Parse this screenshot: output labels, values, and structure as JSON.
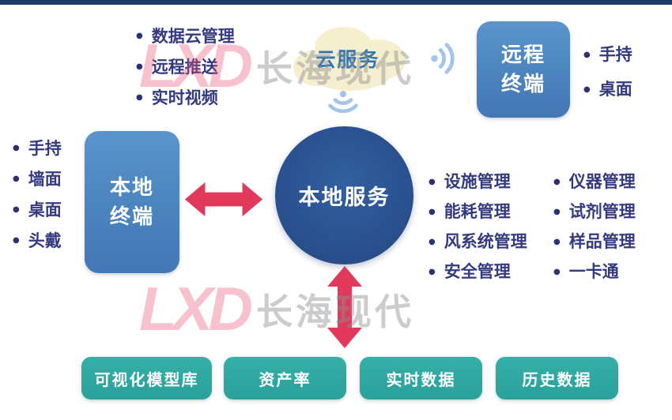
{
  "watermark": {
    "logo": "LXD",
    "brand": "长海现代"
  },
  "top_bullets": [
    "数据云管理",
    "远程推送",
    "实时视频"
  ],
  "cloud": {
    "label": "云服务"
  },
  "remote_terminal": {
    "line1": "远程",
    "line2": "终端",
    "options": [
      "手持",
      "桌面"
    ]
  },
  "local_terminal": {
    "line1": "本地",
    "line2": "终端",
    "options": [
      "手持",
      "墙面",
      "桌面",
      "头戴"
    ]
  },
  "local_service": {
    "label": "本地服务"
  },
  "management": {
    "col1": [
      "设施管理",
      "能耗管理",
      "风系统管理",
      "安全管理"
    ],
    "col2": [
      "仪器管理",
      "试剂管理",
      "样品管理",
      "一卡通"
    ]
  },
  "bottom_modules": [
    "可视化模型库",
    "资产率",
    "实时数据",
    "历史数据"
  ],
  "colors": {
    "top_bar_navy": "#1d3a6b",
    "terminal_blue": "#4a82bd",
    "service_circle_blue": "#2a5190",
    "arrow_red": "#e0395c",
    "module_teal": "#2aa09a",
    "cloud_cream": "#f5efcf",
    "cloud_text_blue": "#2e75b6",
    "bullet_text_navy": "#333a80",
    "wifi_blue": "#a3c6e8",
    "watermark_red": "#e94f6e",
    "watermark_gray": "#8f8f8f"
  }
}
